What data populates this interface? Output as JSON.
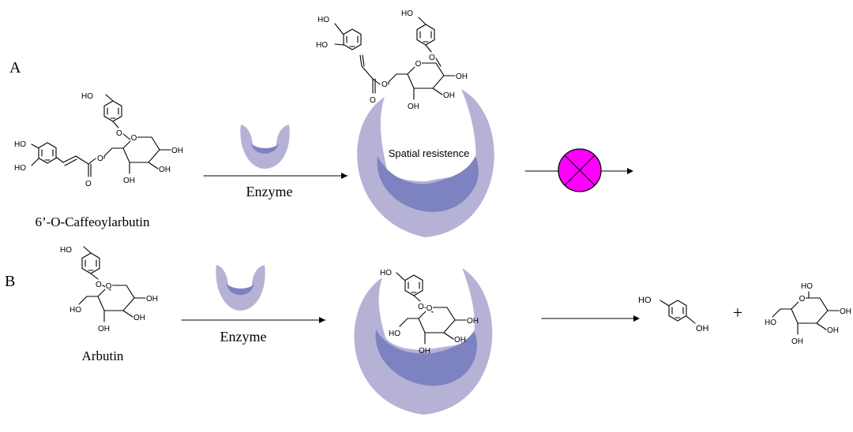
{
  "panels": {
    "a": {
      "letter": "A",
      "substrate_name": "6’-O-Caffeoylarbutin",
      "enzyme_label": "Enzyme",
      "annotation": "Spatial resistence"
    },
    "b": {
      "letter": "B",
      "substrate_name": "Arbutin",
      "enzyme_label": "Enzyme",
      "plus_sign": "+"
    }
  },
  "atoms": {
    "ho": "HO",
    "oh": "OH",
    "o": "O"
  },
  "colors": {
    "enzyme_outer": "#b6b2d6",
    "enzyme_inner": "#7d82c0",
    "blocked_marker": "#ff00ff"
  }
}
